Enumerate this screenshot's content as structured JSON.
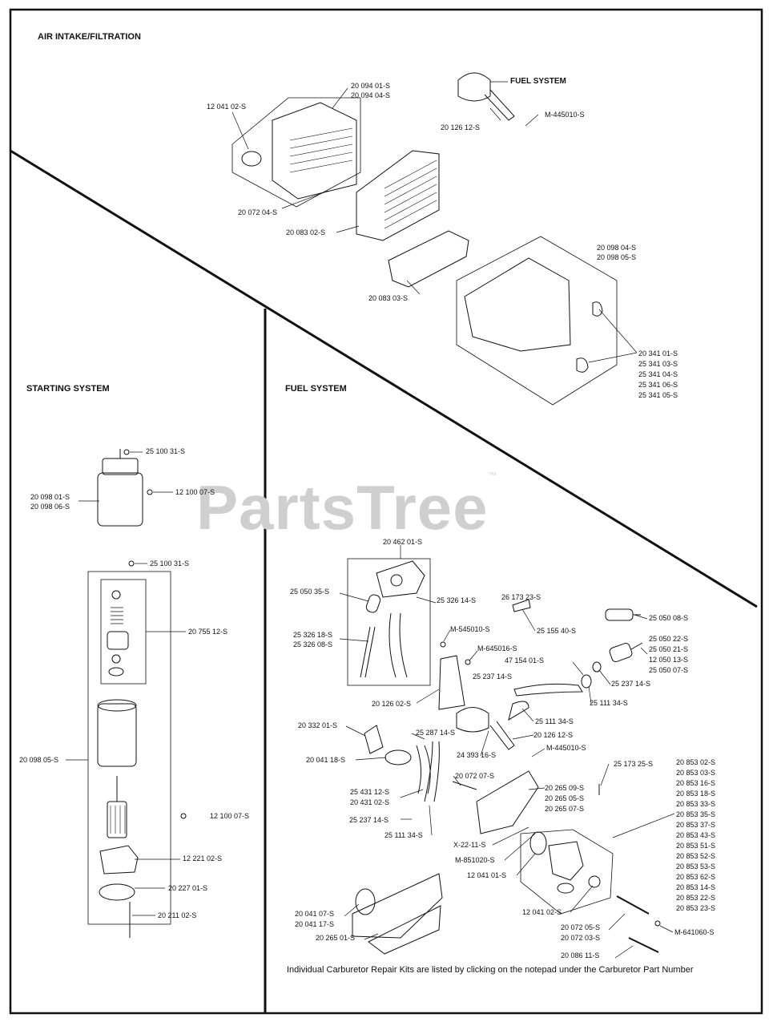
{
  "sections": {
    "air": "AIR INTAKE/FILTRATION",
    "starting": "STARTING SYSTEM",
    "fuel": "FUEL SYSTEM",
    "fuel_ref": "FUEL SYSTEM"
  },
  "watermark": "PartsTree",
  "watermark_tm": "™",
  "footnote": "Individual Carburetor Repair Kits are listed by clicking on the notepad under the Carburetor Part Number",
  "air_parts": {
    "p1": "20 094 01-S",
    "p2": "20 094 04-S",
    "p3": "12 041 02-S",
    "p4": "20 072 04-S",
    "p5": "20 083 02-S",
    "p6": "20 083 03-S",
    "p7": "20 126 12-S",
    "p8": "M-445010-S",
    "p9": "20 098 04-S",
    "p10": "20 098 05-S",
    "p11": "20 341 01-S",
    "p12": "25 341 03-S",
    "p13": "25 341 04-S",
    "p14": "25 341 06-S",
    "p15": "25 341 05-S"
  },
  "start_parts": {
    "s1": "25 100 31-S",
    "s2": "12 100 07-S",
    "s3": "20 098 01-S",
    "s4": "20 098 06-S",
    "s5": "25 100 31-S",
    "s6": "20 755 12-S",
    "s7": "20 098 05-S",
    "s8": "12 100 07-S",
    "s9": "12 221 02-S",
    "s10": "20 227 01-S",
    "s11": "20 211 02-S"
  },
  "fuel_parts": {
    "f1": "20 462 01-S",
    "f2": "25 050 35-S",
    "f3": "25 326 14-S",
    "f4": "25 326 18-S",
    "f5": "25 326 08-S",
    "f6": "M-545010-S",
    "f7": "26 173 23-S",
    "f8": "25 155 40-S",
    "f9": "25 050 08-S",
    "f10": "M-645016-S",
    "f11": "47 154 01-S",
    "f12": "25 237 14-S",
    "f13": "25 050 22-S",
    "f14": "25 050 21-S",
    "f15": "12 050 13-S",
    "f16": "25 050 07-S",
    "f17": "25 237 14-S",
    "f18": "20 126 02-S",
    "f19": "25 111 34-S",
    "f20": "25 111 34-S",
    "f21": "20 332 01-S",
    "f22": "25 287 14-S",
    "f23": "20 126 12-S",
    "f24": "24 393 16-S",
    "f25": "M-445010-S",
    "f26": "20 041 18-S",
    "f27": "25 173 25-S",
    "f28": "20 072 07-S",
    "f29": "20 265 09-S",
    "f30": "20 265 05-S",
    "f31": "20 265 07-S",
    "f32": "25 431 12-S",
    "f33": "20 431 02-S",
    "f34": "25 237 14-S",
    "f35": "25 111 34-S",
    "f36": "X-22-11-S",
    "f37": "M-851020-S",
    "f38": "12 041 01-S",
    "f39": "12 041 02-S",
    "f40": "20 041 07-S",
    "f41": "20 041 17-S",
    "f42": "20 265 01-S",
    "f43": "20 072 05-S",
    "f44": "20 072 03-S",
    "f45": "M-641060-S",
    "f46": "20 086 11-S"
  },
  "carb_parts": [
    "20 853 02-S",
    "20 853 03-S",
    "20 853 16-S",
    "20 853 18-S",
    "20 853 33-S",
    "20 853 35-S",
    "20 853 37-S",
    "20 853 43-S",
    "20 853 51-S",
    "20 853 52-S",
    "20 853 53-S",
    "20 853 62-S",
    "20 853 14-S",
    "20 853 22-S",
    "20 853 23-S"
  ]
}
